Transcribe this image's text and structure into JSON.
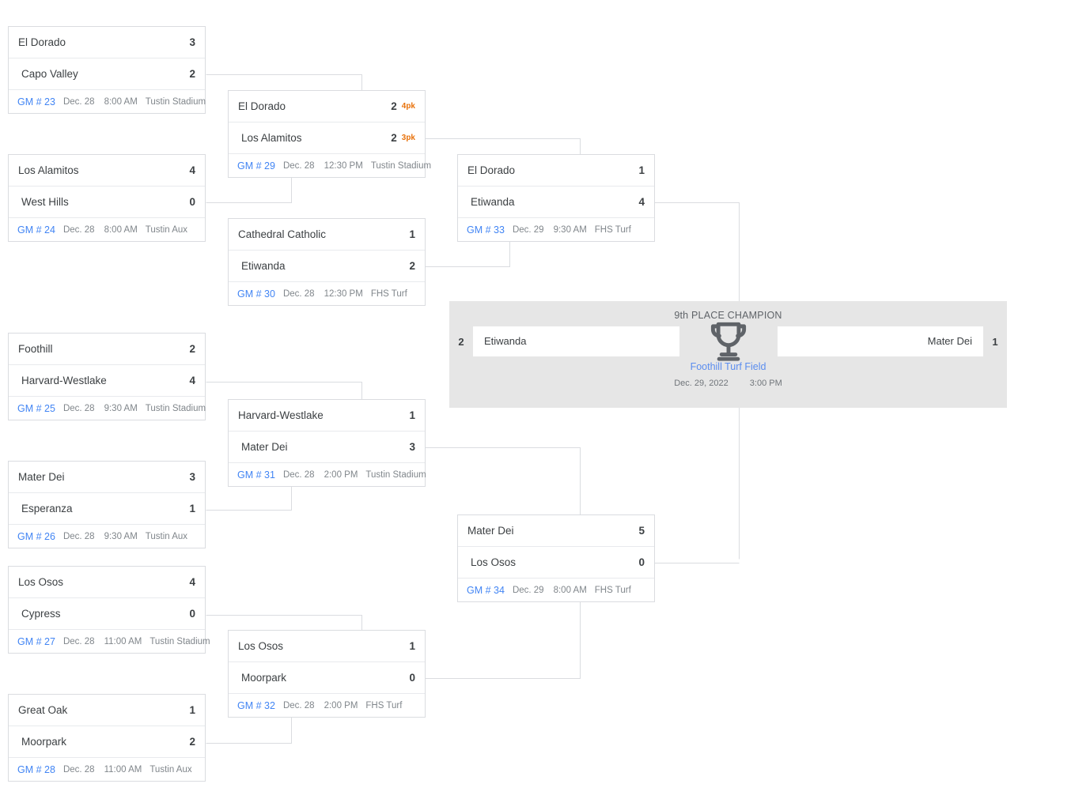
{
  "bracket": {
    "games": [
      {
        "id": "gm23",
        "number": "GM # 23",
        "date": "Dec. 28",
        "time": "8:00 AM",
        "venue": "Tustin Stadium",
        "teams": [
          {
            "name": "El Dorado",
            "score": "3"
          },
          {
            "name": "Capo Valley",
            "score": "2"
          }
        ]
      },
      {
        "id": "gm24",
        "number": "GM # 24",
        "date": "Dec. 28",
        "time": "8:00 AM",
        "venue": "Tustin Aux",
        "teams": [
          {
            "name": "Los Alamitos",
            "score": "4"
          },
          {
            "name": "West Hills",
            "score": "0"
          }
        ]
      },
      {
        "id": "gm25",
        "number": "GM # 25",
        "date": "Dec. 28",
        "time": "9:30 AM",
        "venue": "Tustin Stadium",
        "teams": [
          {
            "name": "Foothill",
            "score": "2"
          },
          {
            "name": "Harvard-Westlake",
            "score": "4"
          }
        ]
      },
      {
        "id": "gm26",
        "number": "GM # 26",
        "date": "Dec. 28",
        "time": "9:30 AM",
        "venue": "Tustin Aux",
        "teams": [
          {
            "name": "Mater Dei",
            "score": "3"
          },
          {
            "name": "Esperanza",
            "score": "1"
          }
        ]
      },
      {
        "id": "gm27",
        "number": "GM # 27",
        "date": "Dec. 28",
        "time": "11:00 AM",
        "venue": "Tustin Stadium",
        "teams": [
          {
            "name": "Los Osos",
            "score": "4"
          },
          {
            "name": "Cypress",
            "score": "0"
          }
        ]
      },
      {
        "id": "gm28",
        "number": "GM # 28",
        "date": "Dec. 28",
        "time": "11:00 AM",
        "venue": "Tustin Aux",
        "teams": [
          {
            "name": "Great Oak",
            "score": "1"
          },
          {
            "name": "Moorpark",
            "score": "2"
          }
        ]
      },
      {
        "id": "gm29",
        "number": "GM # 29",
        "date": "Dec. 28",
        "time": "12:30 PM",
        "venue": "Tustin Stadium",
        "teams": [
          {
            "name": "El Dorado",
            "score": "2",
            "pk": "4pk"
          },
          {
            "name": "Los Alamitos",
            "score": "2",
            "pk": "3pk"
          }
        ]
      },
      {
        "id": "gm30",
        "number": "GM # 30",
        "date": "Dec. 28",
        "time": "12:30 PM",
        "venue": "FHS Turf",
        "teams": [
          {
            "name": "Cathedral Catholic",
            "score": "1"
          },
          {
            "name": "Etiwanda",
            "score": "2"
          }
        ]
      },
      {
        "id": "gm31",
        "number": "GM # 31",
        "date": "Dec. 28",
        "time": "2:00 PM",
        "venue": "Tustin Stadium",
        "teams": [
          {
            "name": "Harvard-Westlake",
            "score": "1"
          },
          {
            "name": "Mater Dei",
            "score": "3"
          }
        ]
      },
      {
        "id": "gm32",
        "number": "GM # 32",
        "date": "Dec. 28",
        "time": "2:00 PM",
        "venue": "FHS Turf",
        "teams": [
          {
            "name": "Los Osos",
            "score": "1"
          },
          {
            "name": "Moorpark",
            "score": "0"
          }
        ]
      },
      {
        "id": "gm33",
        "number": "GM # 33",
        "date": "Dec. 29",
        "time": "9:30 AM",
        "venue": "FHS Turf",
        "teams": [
          {
            "name": "El Dorado",
            "score": "1"
          },
          {
            "name": "Etiwanda",
            "score": "4"
          }
        ]
      },
      {
        "id": "gm34",
        "number": "GM # 34",
        "date": "Dec. 29",
        "time": "8:00 AM",
        "venue": "FHS Turf",
        "teams": [
          {
            "name": "Mater Dei",
            "score": "5"
          },
          {
            "name": "Los Osos",
            "score": "0"
          }
        ]
      }
    ]
  },
  "championship": {
    "title": "9th PLACE CHAMPION",
    "left": {
      "name": "Etiwanda",
      "score": "2"
    },
    "right": {
      "name": "Mater Dei",
      "score": "1"
    },
    "venue": "Foothill Turf Field",
    "date": "Dec. 29, 2022",
    "time": "3:00 PM",
    "trophy_icon": "trophy-icon"
  },
  "colors": {
    "link": "#4285f4",
    "pk": "#e8710a",
    "banner_bg": "#e6e6e6",
    "border": "#dadce0",
    "text": "#3c4043",
    "muted": "#80868b"
  }
}
